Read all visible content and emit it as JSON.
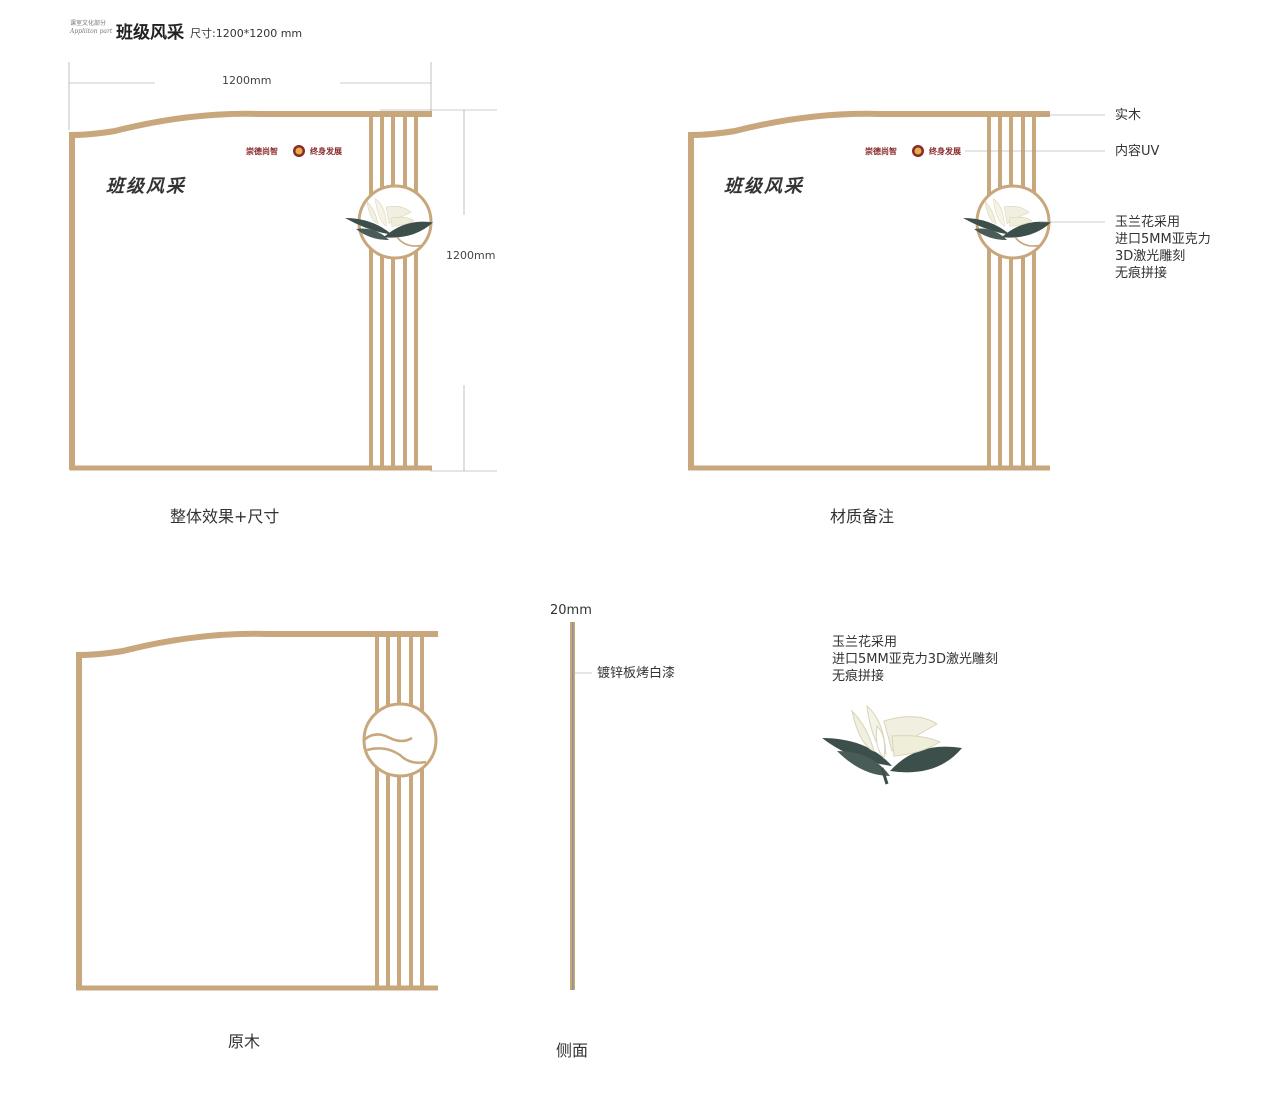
{
  "header": {
    "small_cn": "课室文化部分",
    "small_en": "Appliiton part",
    "title": "班级风采",
    "size_label": "尺寸:1200*1200 mm"
  },
  "panel1": {
    "width_dim": "1200mm",
    "height_dim": "1200mm",
    "sign_title": "班级风采",
    "motto_left": "崇德尚智",
    "motto_right": "终身发展",
    "caption": "整体效果+尺寸"
  },
  "panel2": {
    "sign_title": "班级风采",
    "motto_left": "崇德尚智",
    "motto_right": "终身发展",
    "caption": "材质备注",
    "callouts": {
      "solid_wood": "实木",
      "content_uv": "内容UV",
      "magnolia": [
        "玉兰花采用",
        "进口5MM亚克力",
        "3D激光雕刻",
        "无痕拼接"
      ]
    }
  },
  "panel3": {
    "caption": "原木"
  },
  "side": {
    "thickness": "20mm",
    "material": "镀锌板烤白漆",
    "caption": "侧面"
  },
  "magnolia_note": [
    "玉兰花采用",
    "进口5MM亚克力3D激光雕刻",
    "无痕拼接"
  ],
  "colors": {
    "wood": "#c8a77d",
    "leaf": "#3d4f4b",
    "petal": "#f1efdf",
    "motto": "#8a2a2a"
  }
}
